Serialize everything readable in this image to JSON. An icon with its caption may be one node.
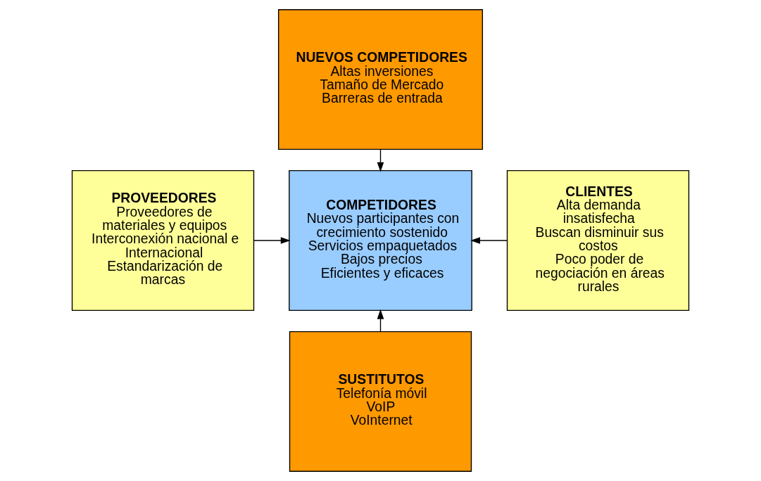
{
  "diagram": {
    "nodes": [
      {
        "text": [
          "NUEVOS COMPETIDORES",
          "Altas inversiones",
          "Tamaño de Mercado",
          "Barreras de entrada"
        ]
      },
      {
        "text": [
          "PROVEEDORES",
          "Proveedores de materiales y equipos",
          "Interconexión nacional e Internacional",
          "Estandarización de marcas"
        ]
      },
      {
        "text": [
          "COMPETIDORES",
          "Nuevos participantes con crecimiento sostenido",
          "Servicios empaquetados",
          "Bajos precios",
          "Eficientes y eficaces"
        ]
      },
      {
        "text": [
          "CLIENTES",
          "Alta demanda insatisfecha",
          "Buscan disminuir sus costos",
          "Poco poder de negociación en áreas rurales"
        ]
      },
      {
        "text": [
          "SUSTITUTOS",
          "Telefonía móvil",
          "VoIP",
          "VoInternet"
        ]
      }
    ],
    "edges": [
      {
        "from": 0,
        "to": 2,
        "arrow": "to"
      },
      {
        "from": 1,
        "to": 2,
        "arrow": "to"
      },
      {
        "from": 3,
        "to": 2,
        "arrow": "to"
      },
      {
        "from": 4,
        "to": 2,
        "arrow": "to"
      }
    ]
  }
}
